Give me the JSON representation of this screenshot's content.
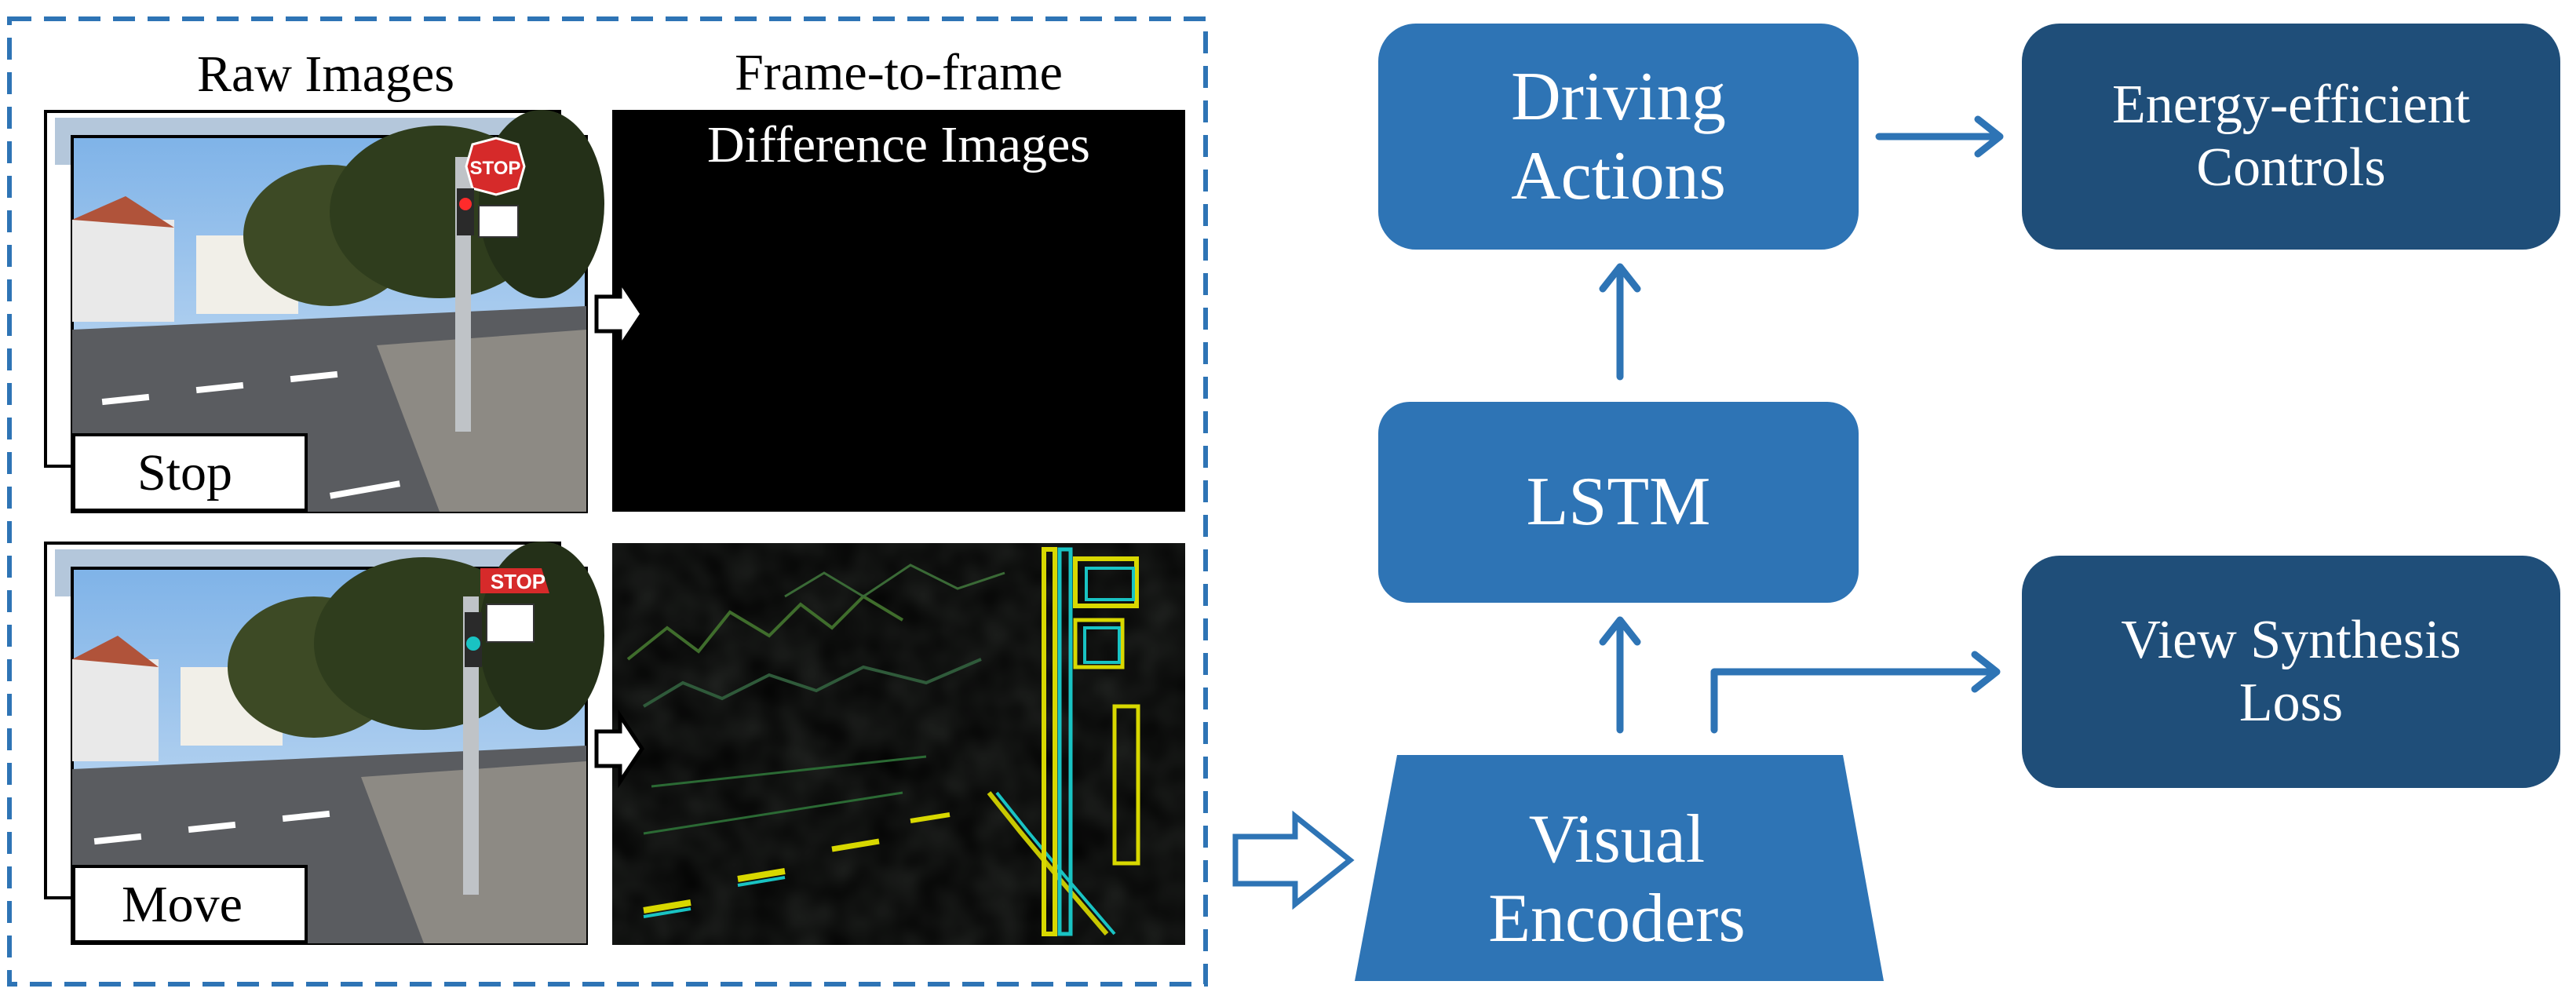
{
  "left_panel": {
    "raw_images_heading": "Raw Images",
    "difference_heading_line1": "Frame-to-frame",
    "difference_heading_line2": "Difference Images",
    "stop_label": "Stop",
    "move_label": "Move"
  },
  "boxes": {
    "driving_actions": {
      "line1": "Driving",
      "line2": "Actions"
    },
    "energy_controls": {
      "line1": "Energy-efficient",
      "line2": "Controls"
    },
    "lstm": {
      "line1": "LSTM"
    },
    "view_synthesis": {
      "line1": "View Synthesis",
      "line2": "Loss"
    },
    "visual_encoders": {
      "line1": "Visual",
      "line2": "Encoders"
    }
  },
  "colors": {
    "box_light": "#2e74b5",
    "box_dark": "#1f4e79",
    "arrow": "#2e74b5",
    "dashed_border": "#2e74b5"
  }
}
